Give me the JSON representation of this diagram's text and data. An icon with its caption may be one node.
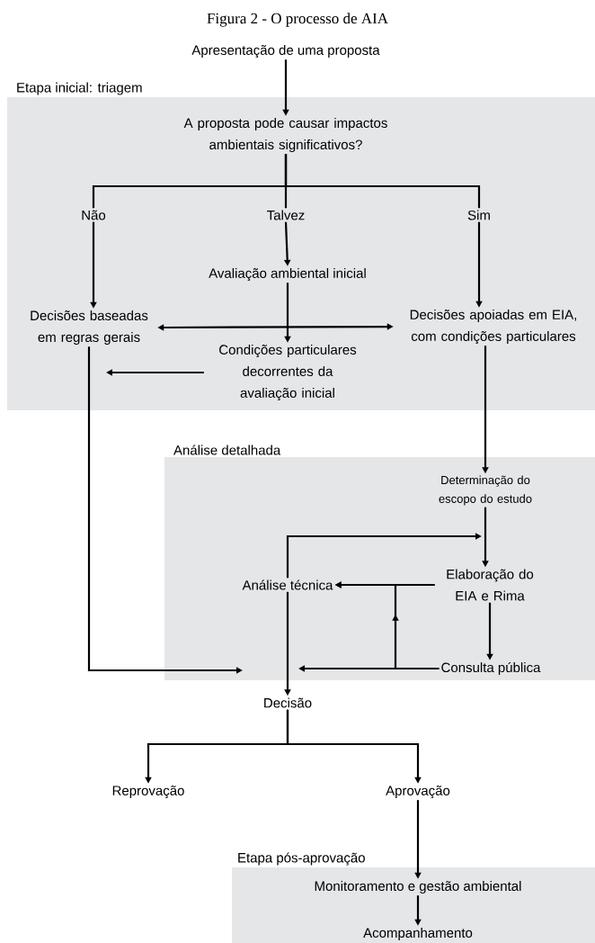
{
  "diagram": {
    "title": "Figura 2 - O processo de AIA",
    "nodes": [
      {
        "text": [
          "Apresentação de uma proposta"
        ]
      },
      {
        "text": [
          "Etapa inicial: triagem"
        ]
      },
      {
        "text": [
          "A proposta pode causar impactos ambientais significativos?"
        ],
        "in": 1
      },
      {
        "text": [
          "Não"
        ],
        "in": 1
      },
      {
        "text": [
          "Talvez"
        ],
        "in": 1
      },
      {
        "text": [
          "Sim"
        ],
        "in": 1
      },
      {
        "text": [
          "Decisões baseadas em regras gerais"
        ],
        "in": 1
      },
      {
        "text": [
          "Avaliação ambiental inicial"
        ],
        "in": 1
      },
      {
        "text": [
          "Decisões apoiadas em EIA, com condições particulares"
        ],
        "in": 1
      },
      {
        "text": [
          "Condições particulares decorrentes da avaliação inicial"
        ],
        "in": 1
      },
      {
        "text": [
          "Análise detalhada"
        ]
      },
      {
        "text": [
          "Determinação do escopo do estudo"
        ],
        "in": 10
      },
      {
        "text": [
          "Análise técnica"
        ],
        "in": 10
      },
      {
        "text": [
          "Elaboração do EIA e Rima"
        ],
        "in": 10
      },
      {
        "text": [
          "Consulta pública"
        ],
        "in": 10
      },
      {
        "text": [
          "Decisão"
        ]
      },
      {
        "text": [
          "Reprovação"
        ]
      },
      {
        "text": [
          "Aprovação"
        ]
      },
      {
        "text": [
          "Etapa pós-aprovação"
        ]
      },
      {
        "text": [
          "Monitoramento e gestão ambiental"
        ],
        "in": 18
      },
      {
        "text": [
          "Acompanhamento"
        ],
        "in": 18
      }
    ],
    "edges": [
      {
        "from": 0,
        "to": 2,
        "arrow": "to"
      },
      {
        "from": 2,
        "to": 3,
        "arrow": "none"
      },
      {
        "from": 2,
        "to": 4,
        "arrow": "none"
      },
      {
        "from": 2,
        "to": 5,
        "arrow": "none"
      },
      {
        "from": 3,
        "to": 6,
        "arrow": "to"
      },
      {
        "from": 4,
        "to": 7,
        "arrow": "to"
      },
      {
        "from": 5,
        "to": 8,
        "arrow": "to"
      },
      {
        "from": 6,
        "to": 8,
        "arrow": "both"
      },
      {
        "from": 7,
        "to": 9,
        "arrow": "to"
      },
      {
        "from": 9,
        "to": 6,
        "arrow": "to"
      },
      {
        "from": 6,
        "to": 15,
        "arrow": "to"
      },
      {
        "from": 8,
        "to": 11,
        "arrow": "to"
      },
      {
        "from": 11,
        "to": 13,
        "arrow": "to"
      },
      {
        "from": 12,
        "to": 13,
        "arrow": "to"
      },
      {
        "from": 13,
        "to": 12,
        "arrow": "to"
      },
      {
        "from": 13,
        "to": 14,
        "arrow": "to"
      },
      {
        "from": 14,
        "to": 15,
        "arrow": "to"
      },
      {
        "from": 14,
        "to": 12,
        "arrow": "to"
      },
      {
        "from": 12,
        "to": 15,
        "arrow": "to"
      },
      {
        "from": 15,
        "to": 16,
        "arrow": "to"
      },
      {
        "from": 15,
        "to": 17,
        "arrow": "to"
      },
      {
        "from": 17,
        "to": 19,
        "arrow": "to"
      },
      {
        "from": 19,
        "to": 20,
        "arrow": "to"
      }
    ]
  }
}
